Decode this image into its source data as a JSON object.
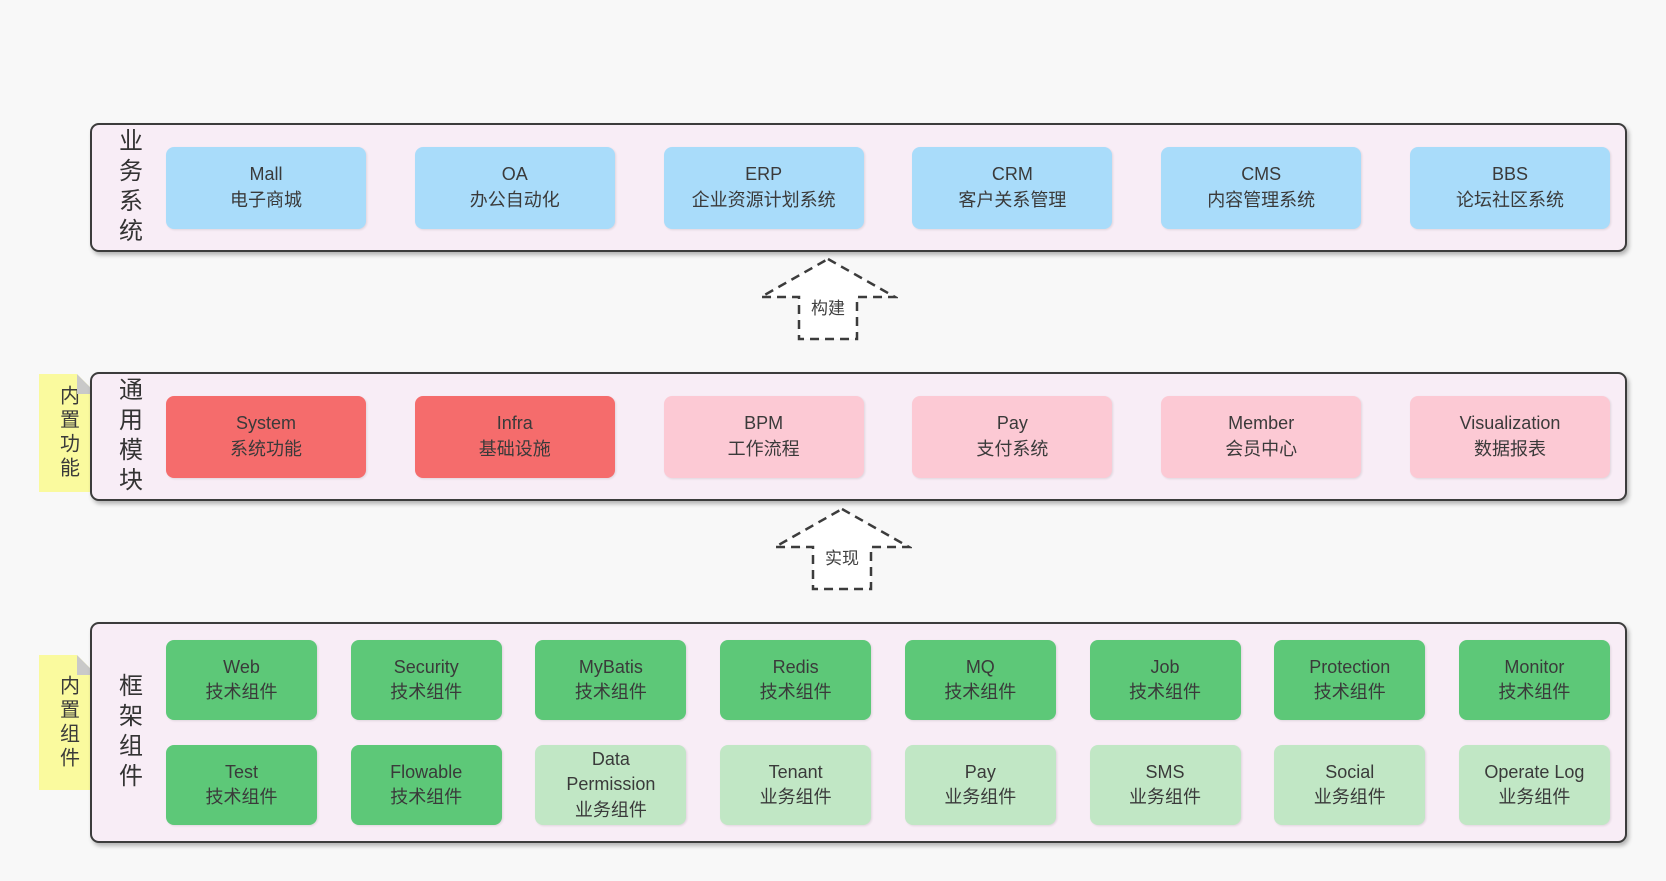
{
  "arrows": [
    {
      "label": "构建"
    },
    {
      "label": "实现"
    }
  ],
  "bands": [
    {
      "vertical_label": "业务系统",
      "boxes": [
        {
          "name": "Mall",
          "desc": "电子商城"
        },
        {
          "name": "OA",
          "desc": "办公自动化"
        },
        {
          "name": "ERP",
          "desc": "企业资源计划系统"
        },
        {
          "name": "CRM",
          "desc": "客户关系管理"
        },
        {
          "name": "CMS",
          "desc": "内容管理系统"
        },
        {
          "name": "BBS",
          "desc": "论坛社区系统"
        }
      ]
    },
    {
      "vertical_label": "通用模块",
      "note": "内置功能",
      "boxes": [
        {
          "name": "System",
          "desc": "系统功能"
        },
        {
          "name": "Infra",
          "desc": "基础设施"
        },
        {
          "name": "BPM",
          "desc": "工作流程"
        },
        {
          "name": "Pay",
          "desc": "支付系统"
        },
        {
          "name": "Member",
          "desc": "会员中心"
        },
        {
          "name": "Visualization",
          "desc": "数据报表"
        }
      ]
    },
    {
      "vertical_label": "框架组件",
      "note": "内置组件",
      "boxes": [
        {
          "name": "Web",
          "desc": "技术组件"
        },
        {
          "name": "Security",
          "desc": "技术组件"
        },
        {
          "name": "MyBatis",
          "desc": "技术组件"
        },
        {
          "name": "Redis",
          "desc": "技术组件"
        },
        {
          "name": "MQ",
          "desc": "技术组件"
        },
        {
          "name": "Job",
          "desc": "技术组件"
        },
        {
          "name": "Protection",
          "desc": "技术组件"
        },
        {
          "name": "Monitor",
          "desc": "技术组件"
        },
        {
          "name": "Test",
          "desc": "技术组件"
        },
        {
          "name": "Flowable",
          "desc": "技术组件"
        },
        {
          "name": "Data Permission",
          "desc": "业务组件"
        },
        {
          "name": "Tenant",
          "desc": "业务组件"
        },
        {
          "name": "Pay",
          "desc": "业务组件"
        },
        {
          "name": "SMS",
          "desc": "业务组件"
        },
        {
          "name": "Social",
          "desc": "业务组件"
        },
        {
          "name": "Operate Log",
          "desc": "业务组件"
        }
      ]
    }
  ],
  "colors": {
    "page_bg": "#f8f8f8",
    "panel_bg": "#f8edf6",
    "panel_border": "#3c3c3c",
    "box_blue": "#a9dcfa",
    "box_red": "#f56c6c",
    "box_pink": "#fcc9d4",
    "box_green": "#5dc878",
    "box_green_light": "#c1e7c5",
    "note_yellow": "#fafa9e",
    "note_fold_gray": "#c9c9c9",
    "text": "#3a3a3a"
  }
}
